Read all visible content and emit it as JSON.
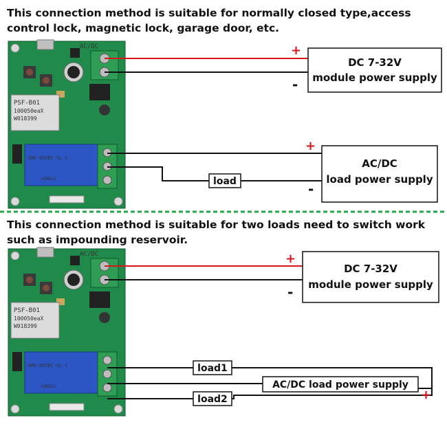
{
  "headings": {
    "top": "This connection method is suitable for normally closed type,access control lock, magnetic lock, garage door, etc.",
    "bottom": "This connection method is suitable for two loads need to switch work such as impounding reservoir."
  },
  "section1": {
    "module_supply": {
      "line1": "DC 7-32V",
      "line2": "module power supply"
    },
    "load_supply": {
      "line1": "AC/DC",
      "line2": "load power supply"
    },
    "load_label": "load",
    "plus": "+",
    "minus": "-"
  },
  "section2": {
    "module_supply": {
      "line1": "DC 7-32V",
      "line2": "module power supply"
    },
    "load_supply": "AC/DC load power supply",
    "load1_label": "load1",
    "load2_label": "load2",
    "plus": "+",
    "minus": "-"
  },
  "pcb": {
    "terminal_label": "AC/DC",
    "wifi_module": {
      "line1": "PSF-B01",
      "line2": "100050eaX",
      "line3": "W018399"
    },
    "relay_text": "SRD-05VDC-SL-C",
    "relay_brand": "SONGLE"
  },
  "colors": {
    "pcb_green": "#1f8a4a",
    "wire_red": "#d8141c",
    "wire_black": "#111111",
    "divider_green": "#2aa64a",
    "relay_blue": "#2b56c4",
    "terminal_green": "#2f9e55"
  }
}
